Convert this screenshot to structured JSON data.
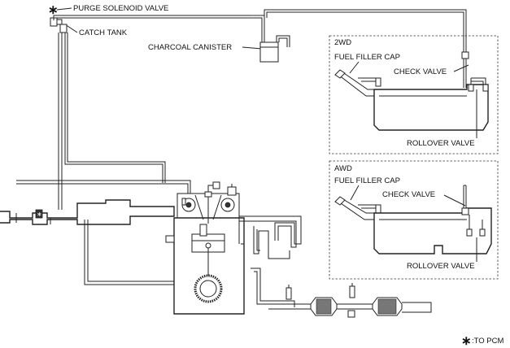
{
  "labels": {
    "purge_solenoid_valve": "PURGE SOLENOID VALVE",
    "catch_tank": "CATCH TANK",
    "charcoal_canister": "CHARCOAL CANISTER",
    "box_2wd_title": "2WD",
    "box_2wd_fuel_filler_cap": "FUEL FILLER CAP",
    "box_2wd_check_valve": "CHECK VALVE",
    "box_2wd_rollover_valve": "ROLLOVER VALVE",
    "box_awd_title": "AWD",
    "box_awd_fuel_filler_cap": "FUEL FILLER CAP",
    "box_awd_check_valve": "CHECK VALVE",
    "box_awd_rollover_valve": "ROLLOVER VALVE",
    "legend_symbol": "∗",
    "legend_text": ":TO PCM"
  },
  "markers": {
    "asterisk": "∗"
  },
  "icons": {
    "engine": "engine-icon",
    "canister": "canister-icon",
    "catalytic_converter": "catalytic-converter-icon",
    "fuel_tank": "fuel-tank-icon"
  }
}
